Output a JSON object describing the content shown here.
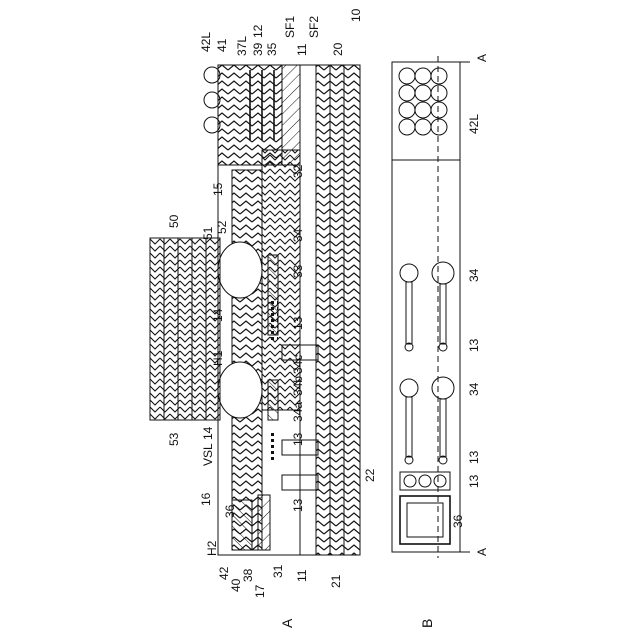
{
  "figure_captions": {
    "panel_a": "A",
    "panel_b": "B"
  },
  "panel_a": {
    "labels": {
      "l42L": "42L",
      "l41": "41",
      "l37L": "37L",
      "l12": "12",
      "l39": "39",
      "l35": "35",
      "lSF1": "SF1",
      "l11top": "11",
      "lSF2": "SF2",
      "l20": "20",
      "l10": "10",
      "l32": "32",
      "l15": "15",
      "l50": "50",
      "l51": "51",
      "l52": "52",
      "l34": "34",
      "l33": "33",
      "l14top": "14",
      "l13a": "13",
      "lH1": "H1",
      "l34c": "34c",
      "l34b": "34b",
      "l34a": "34a",
      "l13b": "13",
      "l53": "53",
      "l14": "14",
      "lVSL": "VSL",
      "l13c": "13",
      "l22": "22",
      "l16": "16",
      "l36": "36",
      "lH2": "H2",
      "l42": "42",
      "l40": "40",
      "l38": "38",
      "l17": "17",
      "l31": "31",
      "l11bot": "11",
      "l21": "21"
    }
  },
  "panel_b": {
    "labels": {
      "secA_top": "A",
      "secA_bot": "A",
      "l42L": "42L",
      "l34a": "34",
      "l13a": "13",
      "l34b": "34",
      "l13b": "13",
      "l13c": "13",
      "l36": "36"
    }
  }
}
